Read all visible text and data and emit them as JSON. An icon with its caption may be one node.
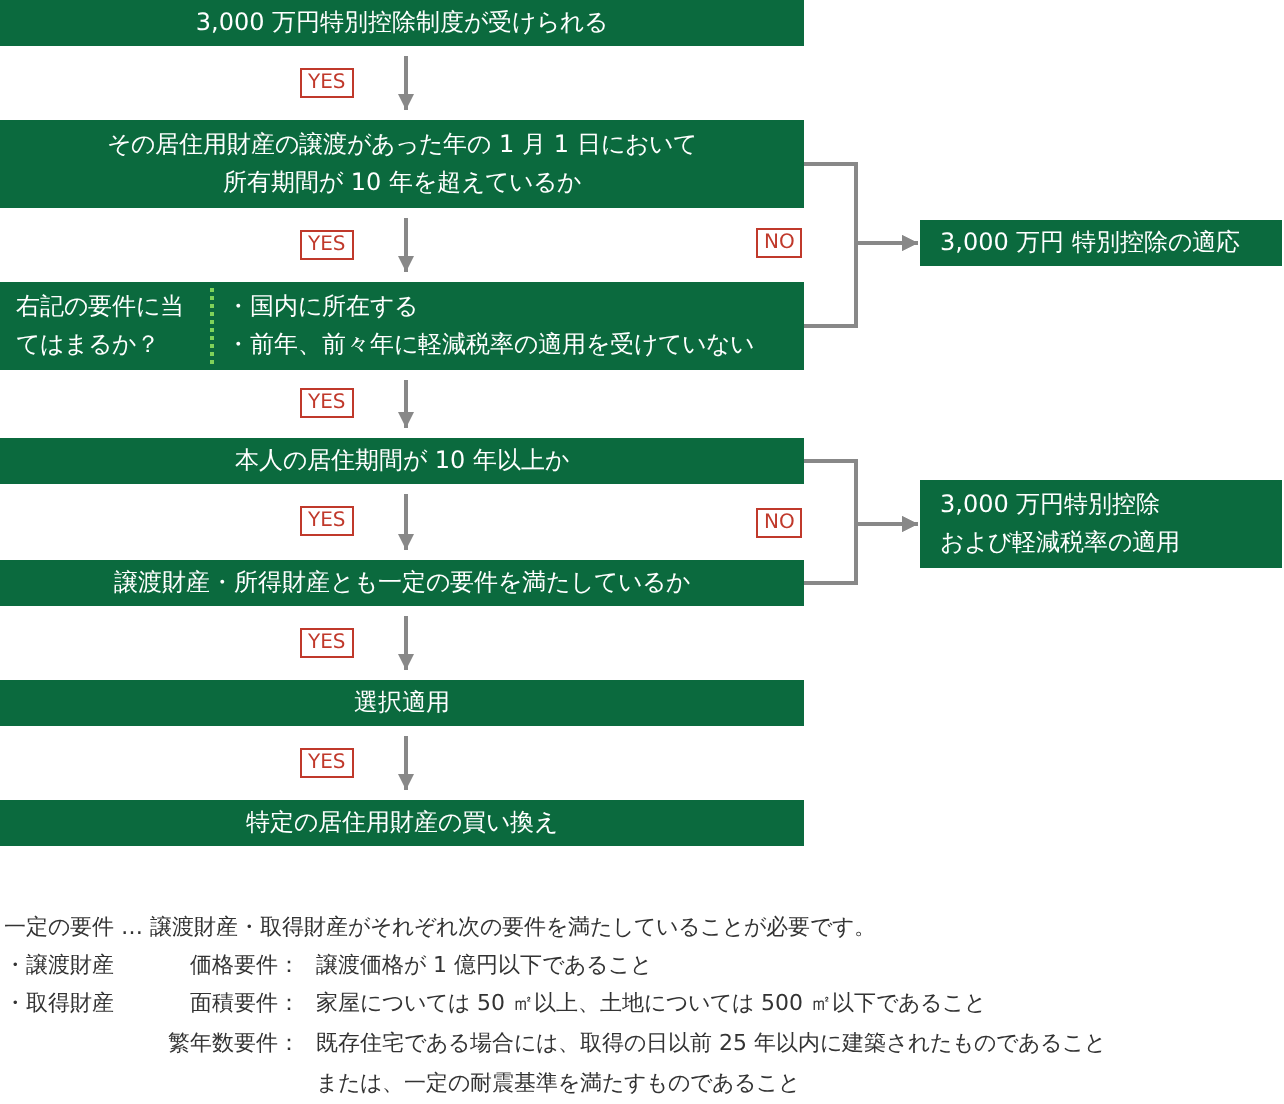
{
  "diagram": {
    "nodes": [
      {
        "text": [
          "3,000 万円特別控除制度が受けられる"
        ]
      },
      {
        "text": [
          "その居住用財産の譲渡があった年の 1 月 1 日において所有期間が 10 年を超えているか"
        ]
      },
      {
        "text": [
          "右記の要件に当てはまるか？",
          "・国内に所在する",
          "・前年、前々年に軽減税率の適用を受けていない"
        ]
      },
      {
        "text": [
          "本人の居住期間が 10 年以上か"
        ]
      },
      {
        "text": [
          "譲渡財産・所得財産とも一定の要件を満たしているか"
        ]
      },
      {
        "text": [
          "選択適用"
        ]
      },
      {
        "text": [
          "特定の居住用財産の買い換え"
        ]
      },
      {
        "text": [
          "3,000 万円 特別控除の適応"
        ]
      },
      {
        "text": [
          "3,000 万円特別控除および軽減税率の適用"
        ]
      }
    ],
    "edges": [
      {
        "from": 0,
        "to": 1,
        "arrow": "to",
        "label": "YES"
      },
      {
        "from": 1,
        "to": 2,
        "arrow": "to",
        "label": "YES"
      },
      {
        "from": 2,
        "to": 3,
        "arrow": "to",
        "label": "YES"
      },
      {
        "from": 3,
        "to": 4,
        "arrow": "to",
        "label": "YES"
      },
      {
        "from": 4,
        "to": 5,
        "arrow": "to",
        "label": "YES"
      },
      {
        "from": 5,
        "to": 6,
        "arrow": "to",
        "label": "YES"
      },
      {
        "from": 1,
        "to": 7,
        "arrow": "to",
        "label": "NO"
      },
      {
        "from": 2,
        "to": 7,
        "arrow": "to"
      },
      {
        "from": 3,
        "to": 8,
        "arrow": "to",
        "label": "NO"
      },
      {
        "from": 4,
        "to": 8,
        "arrow": "to"
      }
    ],
    "labels": [
      "一定の要件 … 譲渡財産・取得財産がそれぞれ次の要件を満たしていることが必要です。",
      "・譲渡財産",
      "価格要件：",
      "譲渡価格が 1 億円以下であること",
      "・取得財産",
      "面積要件：",
      "家屋については 50 ㎡以上、土地については 500 ㎡以下であること",
      "繁年数要件：",
      "既存住宅である場合には、取得の日以前 25 年以内に建築されたものであること",
      "または、一定の耐震基準を満たすものであること"
    ]
  }
}
